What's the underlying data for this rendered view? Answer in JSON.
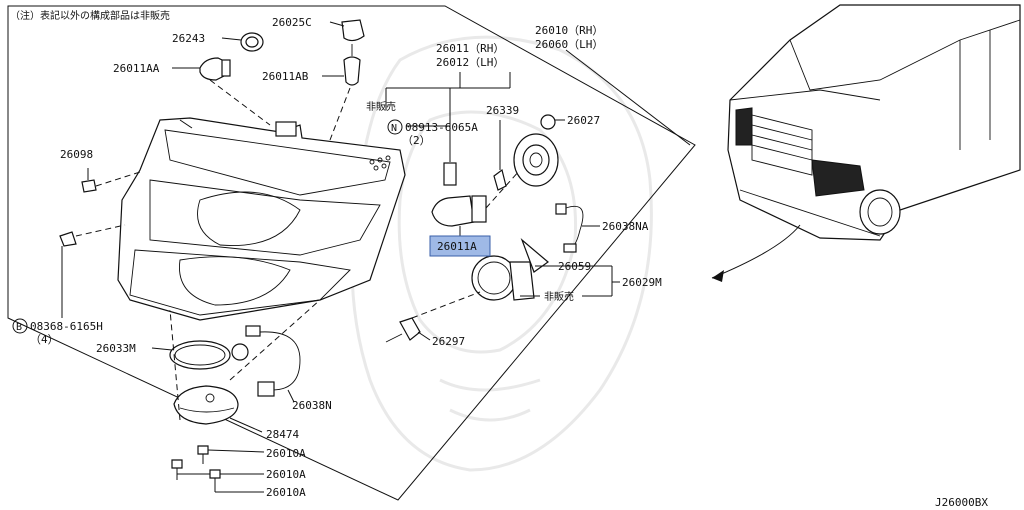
{
  "diagram": {
    "note": "（注）表記以外の構成部品は非販売",
    "diagram_code": "J26000BX",
    "highlight_color": "#9fb9e6",
    "parts": {
      "p26243": "26243",
      "p26025C": "26025C",
      "p26011AA": "26011AA",
      "p26011AB": "26011AB",
      "p26011_rh": "26011（RH）",
      "p26012_lh": "26012（LH）",
      "p26010_rh": "26010（RH）",
      "p26060_lh": "26060（LH）",
      "not_sold_1": "非販売",
      "p08913": "08913-6065A",
      "p08913_qty": "（2）",
      "p26339": "26339",
      "p26027": "26027",
      "p26098": "26098",
      "p26038NA": "26038NA",
      "p26011A": "26011A",
      "p26059": "26059",
      "p26029M": "26029M",
      "not_sold_2": "非販売",
      "p08368": "08368-6165H",
      "p08368_qty": "（4）",
      "p26033M": "26033M",
      "p26297": "26297",
      "p26038N": "26038N",
      "p28474": "28474",
      "p26010A_1": "26010A",
      "p26010A_2": "26010A",
      "p26010A_3": "26010A"
    },
    "symbols": {
      "nut_symbol": "N",
      "bolt_symbol": "B"
    }
  }
}
